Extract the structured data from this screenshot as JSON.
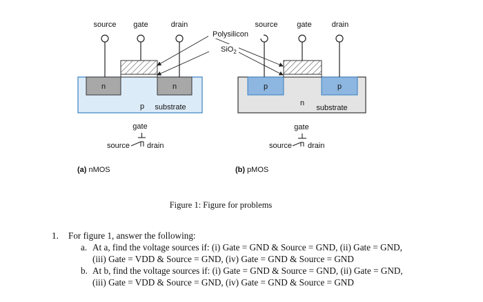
{
  "nmos": {
    "terminals": {
      "source": "source",
      "gate": "gate",
      "drain": "drain"
    },
    "well_left": "n",
    "well_right": "n",
    "substrate_type": "p",
    "substrate_word": "substrate",
    "symbol": {
      "gate": "gate",
      "source": "source",
      "drain": "drain"
    },
    "label_prefix": "(a)",
    "label_name": "nMOS"
  },
  "pmos": {
    "terminals": {
      "source": "source",
      "gate": "gate",
      "drain": "drain"
    },
    "well_left": "p",
    "well_right": "p",
    "substrate_type": "n",
    "substrate_word": "substrate",
    "symbol": {
      "gate": "gate",
      "source": "source",
      "drain": "drain"
    },
    "label_prefix": "(b)",
    "label_name": "pMOS"
  },
  "callouts": {
    "polysilicon": "Polysilicon",
    "sio2_base": "SiO",
    "sio2_sub": "2"
  },
  "colors": {
    "light_blue": "#dcebf8",
    "blue_well": "#8db6e0",
    "gray_region": "#e4e4e4",
    "gray_well": "#a8a8a8",
    "outline": "#3a7fc1"
  },
  "caption": "Figure 1: Figure for problems",
  "question": {
    "number": "1.",
    "intro": "For figure 1, answer the following:",
    "parts": [
      {
        "letter": "a.",
        "line1": "At a, find the voltage sources if: (i) Gate = GND & Source = GND, (ii) Gate = GND,",
        "line2": "(iii) Gate = VDD & Source = GND, (iv) Gate = GND & Source = GND"
      },
      {
        "letter": "b.",
        "line1": "At b, find the voltage sources if: (i) Gate = GND & Source = GND, (ii) Gate = GND,",
        "line2": "(iii) Gate = VDD & Source = GND, (iv) Gate = GND & Source = GND"
      }
    ]
  }
}
